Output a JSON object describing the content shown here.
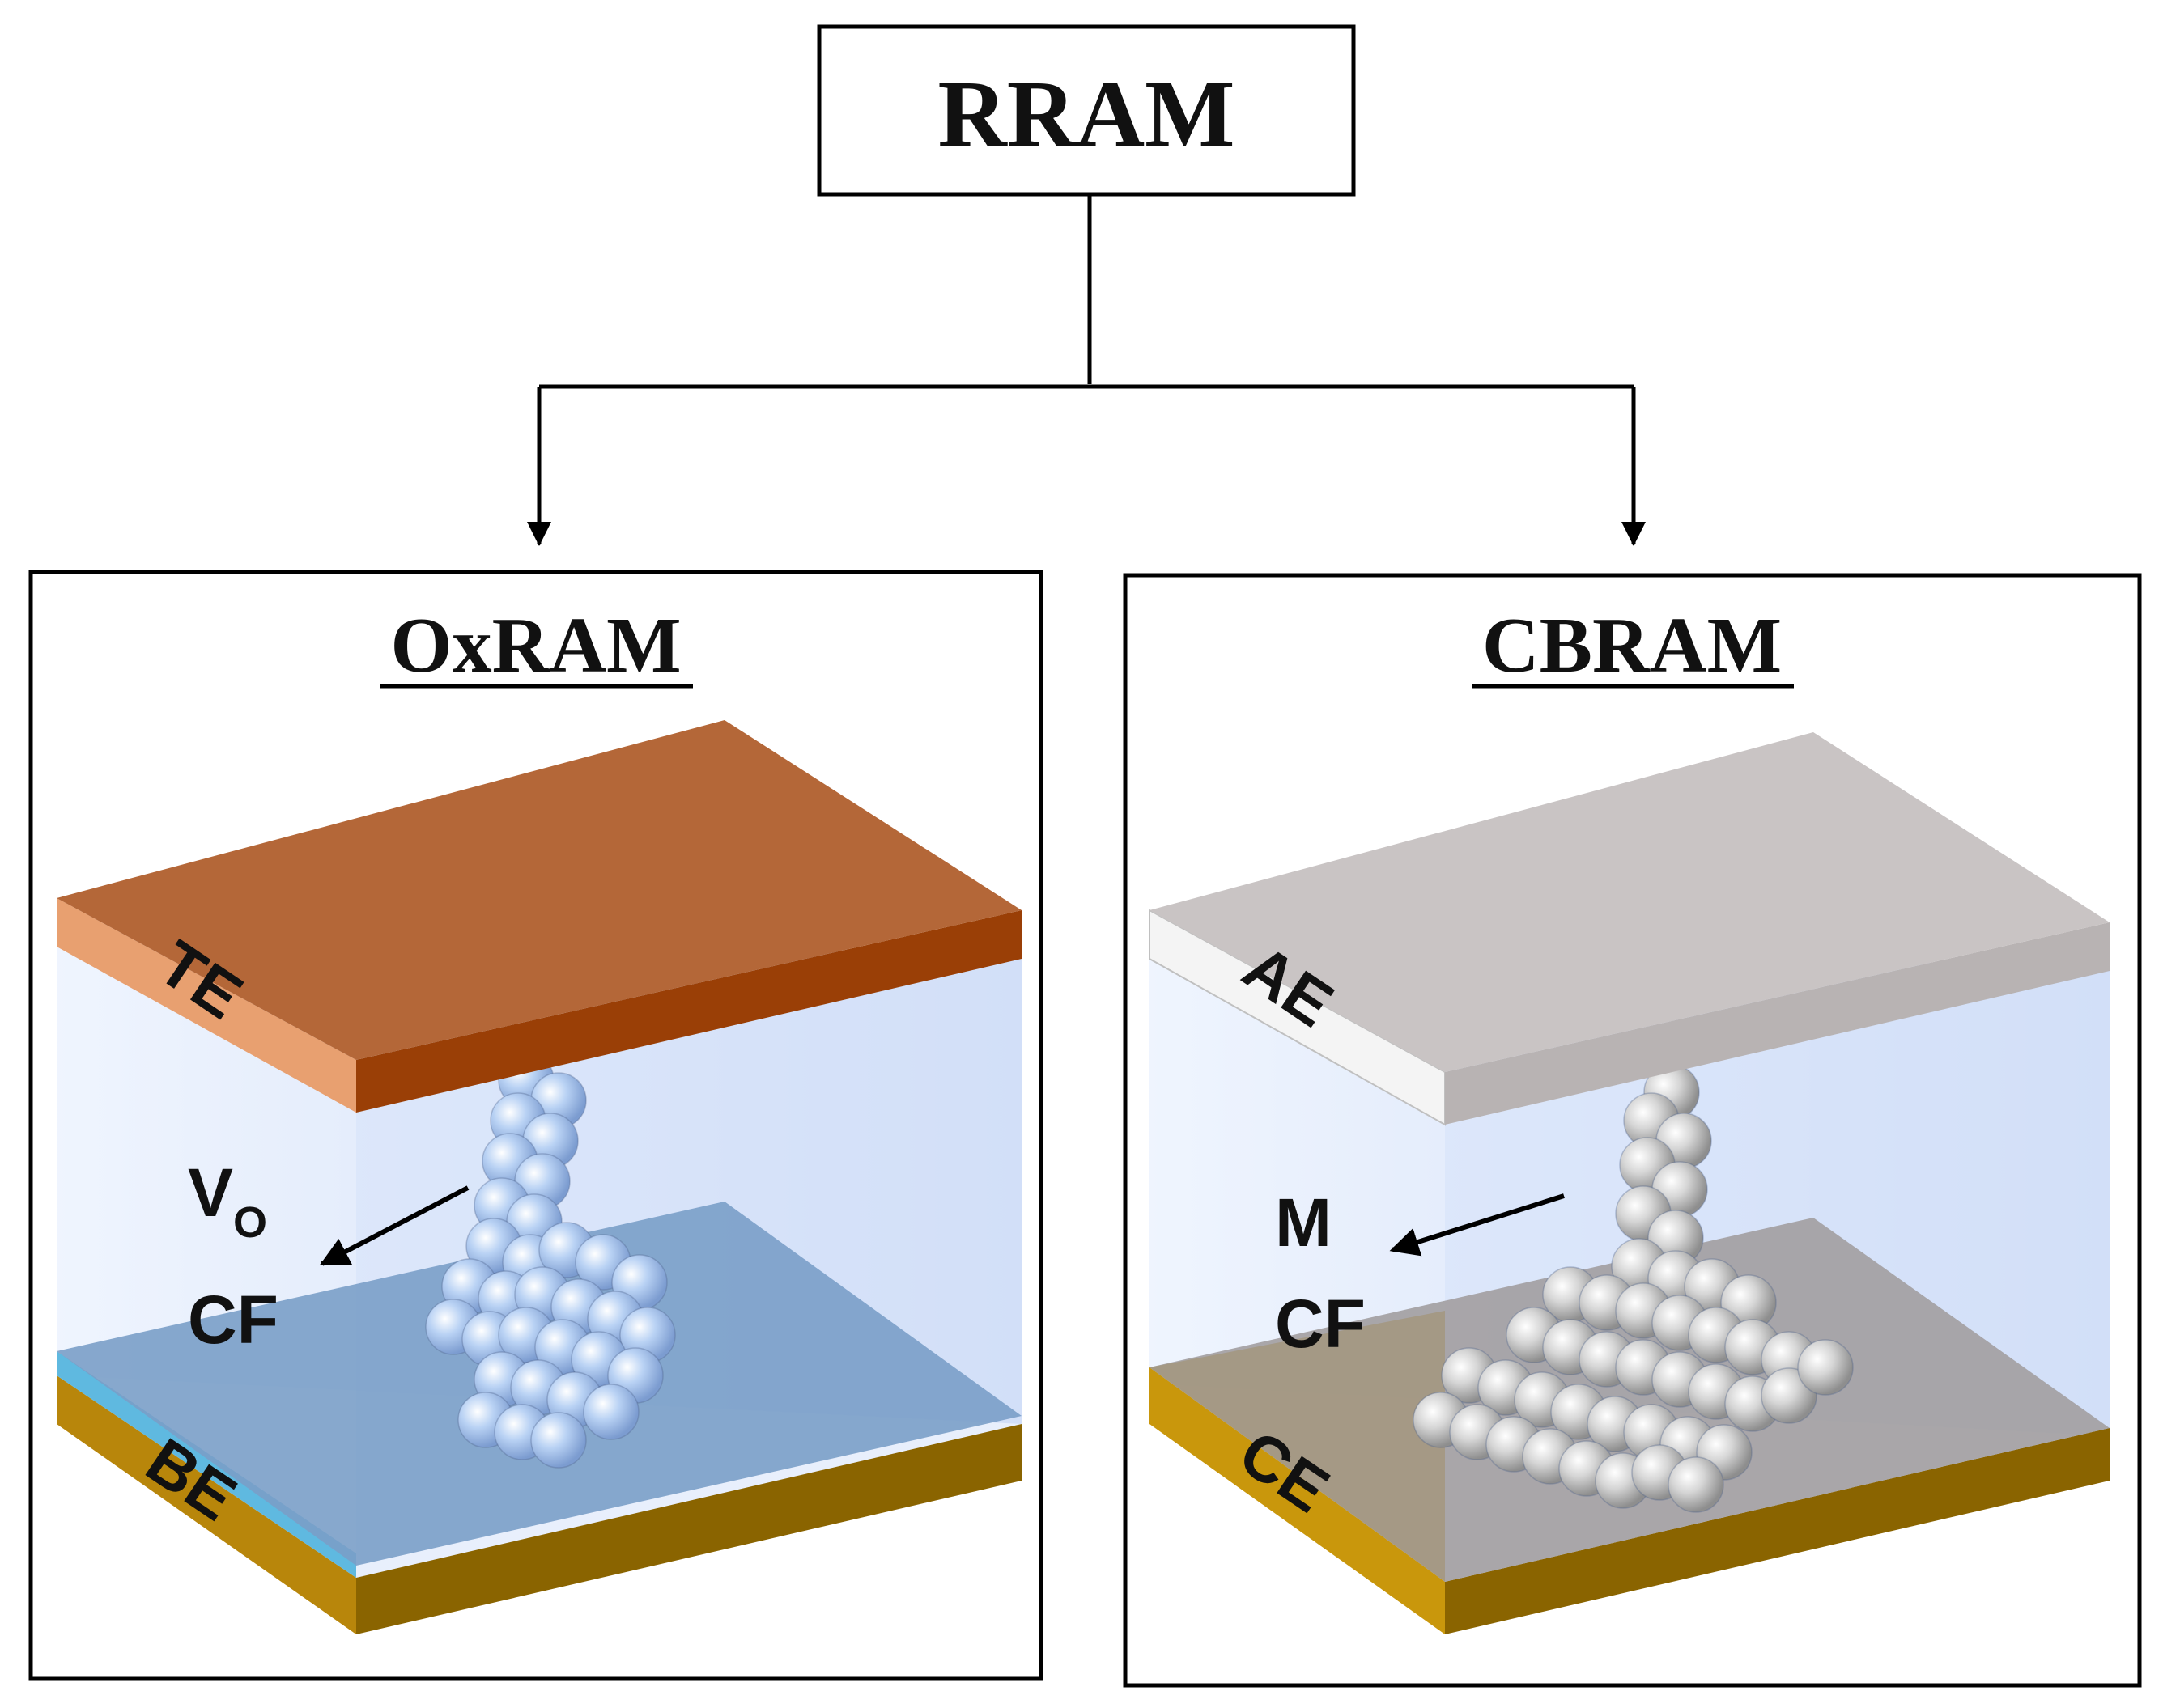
{
  "root": {
    "title": "RRAM"
  },
  "panels": [
    {
      "title": "OxRAM",
      "top_electrode": "TE",
      "bottom_electrode": "BE",
      "filament_label_main": "V",
      "filament_label_sub": "O",
      "filament_label_line2": "CF",
      "colors": {
        "top_face": "#B46738",
        "top_edge": "#9A3F06",
        "top_rim": "#E8A070",
        "bottom_plate": "#7A9EC8",
        "bottom_edge": "#B8860B",
        "bottom_tint": "#6AAFD8",
        "box_fill": "#D4E1F8",
        "sphere": "#A9C6F0"
      }
    },
    {
      "title": "CBRAM",
      "top_electrode": "AE",
      "bottom_electrode": "CE",
      "filament_label_main": "M",
      "filament_label_sub": "",
      "filament_label_line2": "CF",
      "colors": {
        "top_face": "#C9C4C4",
        "top_edge": "#B8B3B3",
        "top_rim": "#F4F4F4",
        "bottom_plate": "#A39FA2",
        "bottom_edge": "#C9970C",
        "bottom_tint": "#A08E68",
        "box_fill": "#D4E1F8",
        "sphere": "#C8C8C8"
      }
    }
  ]
}
